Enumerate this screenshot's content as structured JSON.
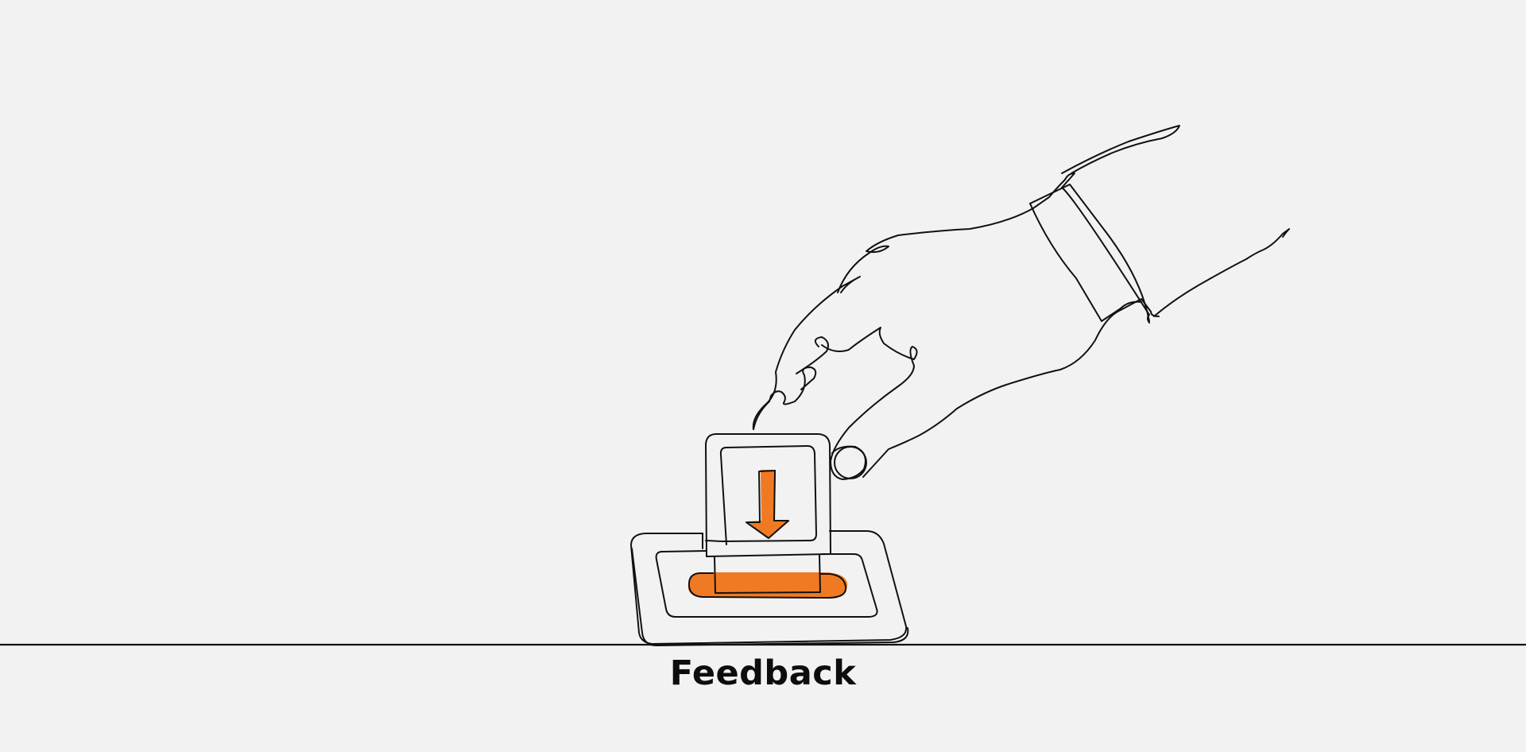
{
  "page": {
    "caption": "Feedback",
    "background_color": "#f2f2f2",
    "accent_color": "#f07a23",
    "line_color": "#111111"
  },
  "illustration": {
    "subject": "hand inserting feedback card with down-arrow into a slot box",
    "elements": [
      {
        "name": "hand-with-cuff",
        "icon": "hand-icon"
      },
      {
        "name": "feedback-card",
        "icon": "card-icon"
      },
      {
        "name": "down-arrow",
        "icon": "arrow-down-icon",
        "color": "#f07a23"
      },
      {
        "name": "slot-box",
        "icon": "ballot-box-icon"
      },
      {
        "name": "slot-opening",
        "color": "#f07a23"
      },
      {
        "name": "ground-line",
        "icon": "horizontal-line"
      }
    ]
  }
}
